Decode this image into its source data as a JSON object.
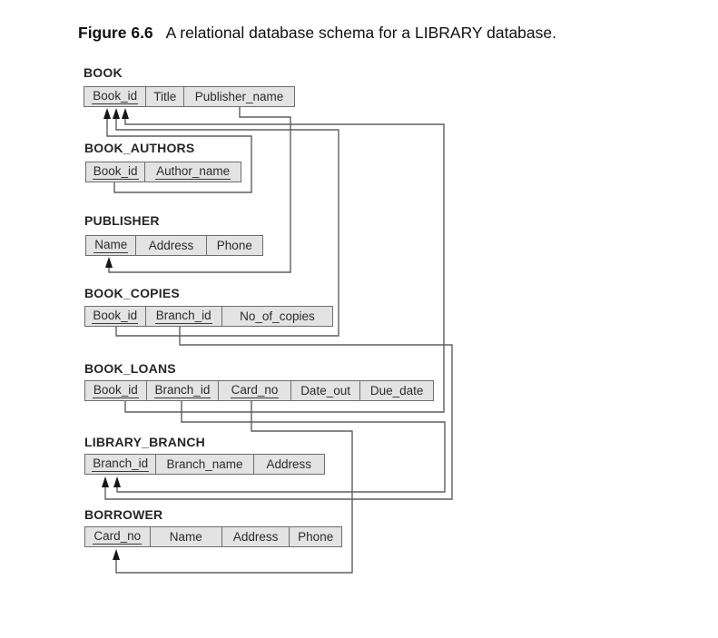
{
  "figure": {
    "label": "Figure 6.6",
    "caption": "A relational database schema for a LIBRARY database."
  },
  "colors": {
    "cell_fill": "#e3e3e3",
    "table_border": "#6d6d6d",
    "connector_line": "#5f5f5f",
    "arrowhead": "#161616",
    "text": "#2b2b2b",
    "background": "#ffffff"
  },
  "tables": [
    {
      "name": "BOOK",
      "columns": [
        {
          "label": "Book_id",
          "key": true
        },
        {
          "label": "Title",
          "key": false
        },
        {
          "label": "Publisher_name",
          "key": false
        }
      ]
    },
    {
      "name": "BOOK_AUTHORS",
      "columns": [
        {
          "label": "Book_id",
          "key": true
        },
        {
          "label": "Author_name",
          "key": true
        }
      ]
    },
    {
      "name": "PUBLISHER",
      "columns": [
        {
          "label": "Name",
          "key": true
        },
        {
          "label": "Address",
          "key": false
        },
        {
          "label": "Phone",
          "key": false
        }
      ]
    },
    {
      "name": "BOOK_COPIES",
      "columns": [
        {
          "label": "Book_id",
          "key": true
        },
        {
          "label": "Branch_id",
          "key": true
        },
        {
          "label": "No_of_copies",
          "key": false
        }
      ]
    },
    {
      "name": "BOOK_LOANS",
      "columns": [
        {
          "label": "Book_id",
          "key": true
        },
        {
          "label": "Branch_id",
          "key": true
        },
        {
          "label": "Card_no",
          "key": true
        },
        {
          "label": "Date_out",
          "key": false
        },
        {
          "label": "Due_date",
          "key": false
        }
      ]
    },
    {
      "name": "LIBRARY_BRANCH",
      "columns": [
        {
          "label": "Branch_id",
          "key": true
        },
        {
          "label": "Branch_name",
          "key": false
        },
        {
          "label": "Address",
          "key": false
        }
      ]
    },
    {
      "name": "BORROWER",
      "columns": [
        {
          "label": "Card_no",
          "key": true
        },
        {
          "label": "Name",
          "key": false
        },
        {
          "label": "Address",
          "key": false
        },
        {
          "label": "Phone",
          "key": false
        }
      ]
    }
  ],
  "relationships": [
    {
      "from": "BOOK_AUTHORS.Book_id",
      "to": "BOOK.Book_id"
    },
    {
      "from": "BOOK_COPIES.Book_id",
      "to": "BOOK.Book_id"
    },
    {
      "from": "BOOK_LOANS.Book_id",
      "to": "BOOK.Book_id"
    },
    {
      "from": "BOOK.Publisher_name",
      "to": "PUBLISHER.Name"
    },
    {
      "from": "BOOK_COPIES.Branch_id",
      "to": "LIBRARY_BRANCH.Branch_id"
    },
    {
      "from": "BOOK_LOANS.Branch_id",
      "to": "LIBRARY_BRANCH.Branch_id"
    },
    {
      "from": "BOOK_LOANS.Card_no",
      "to": "BORROWER.Card_no"
    }
  ]
}
